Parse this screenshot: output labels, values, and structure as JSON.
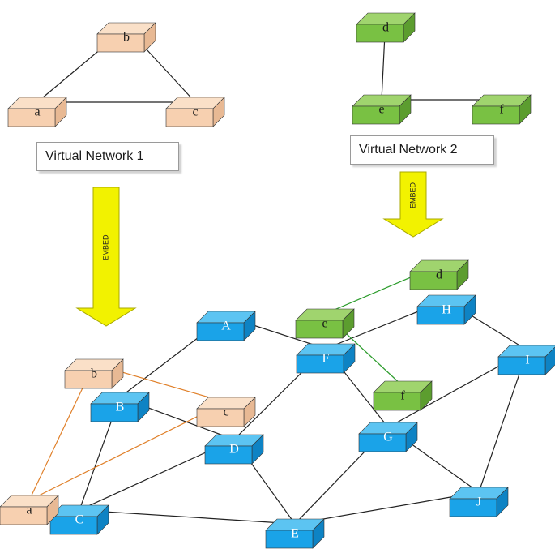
{
  "colors": {
    "physical_fill": "#1aa3e8",
    "physical_top": "#5cc4f2",
    "physical_side": "#0e83c4",
    "vn1_fill": "#f7d0b0",
    "vn1_top": "#fae0c8",
    "vn1_side": "#e8b994",
    "vn2_fill": "#79c143",
    "vn2_top": "#a0d46e",
    "vn2_side": "#5c9d2f",
    "physical_link": "#222222",
    "vn1_mapping_link": "#e0802a",
    "vn2_mapping_link": "#2e9d2e",
    "arrow_fill": "#f2f200",
    "arrow_stroke": "#a8a800"
  },
  "captions": {
    "vn1": "Virtual Network 1",
    "vn2": "Virtual Network 2"
  },
  "arrows": {
    "left_label": "EMBED",
    "right_label": "EMBED"
  },
  "nodes": {
    "vn1_top_b": "b",
    "vn1_top_a": "a",
    "vn1_top_c": "c",
    "vn2_top_d": "d",
    "vn2_top_e": "e",
    "vn2_top_f": "f",
    "phys_A": "A",
    "phys_B": "B",
    "phys_C": "C",
    "phys_D": "D",
    "phys_E": "E",
    "phys_F": "F",
    "phys_G": "G",
    "phys_H": "H",
    "phys_I": "I",
    "phys_J": "J",
    "emb_b": "b",
    "emb_c": "c",
    "emb_a": "a",
    "emb_d": "d",
    "emb_e": "e",
    "emb_f": "f"
  }
}
